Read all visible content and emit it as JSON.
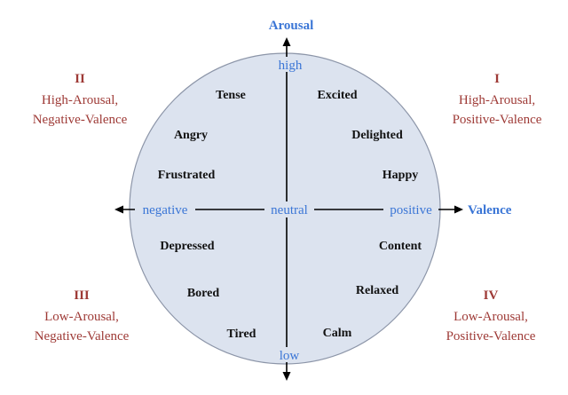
{
  "colors": {
    "circle_fill": "#dce3ef",
    "circle_stroke": "#8c95a8",
    "axis_blue": "#3b76d6",
    "quadrant_red": "#9e3a36",
    "axis_line": "#000000"
  },
  "axes": {
    "vertical_title": "Arousal",
    "horizontal_title": "Valence",
    "top": "high",
    "bottom": "low",
    "left": "negative",
    "right": "positive",
    "center": "neutral"
  },
  "quadrants": [
    {
      "numeral": "II",
      "line1": "High-Arousal,",
      "line2": "Negative-Valence"
    },
    {
      "numeral": "I",
      "line1": "High-Arousal,",
      "line2": "Positive-Valence"
    },
    {
      "numeral": "III",
      "line1": "Low-Arousal,",
      "line2": "Negative-Valence"
    },
    {
      "numeral": "IV",
      "line1": "Low-Arousal,",
      "line2": "Positive-Valence"
    }
  ],
  "emotions": {
    "tense": "Tense",
    "excited": "Excited",
    "angry": "Angry",
    "delighted": "Delighted",
    "frustrated": "Frustrated",
    "happy": "Happy",
    "depressed": "Depressed",
    "content": "Content",
    "bored": "Bored",
    "relaxed": "Relaxed",
    "tired": "Tired",
    "calm": "Calm"
  }
}
